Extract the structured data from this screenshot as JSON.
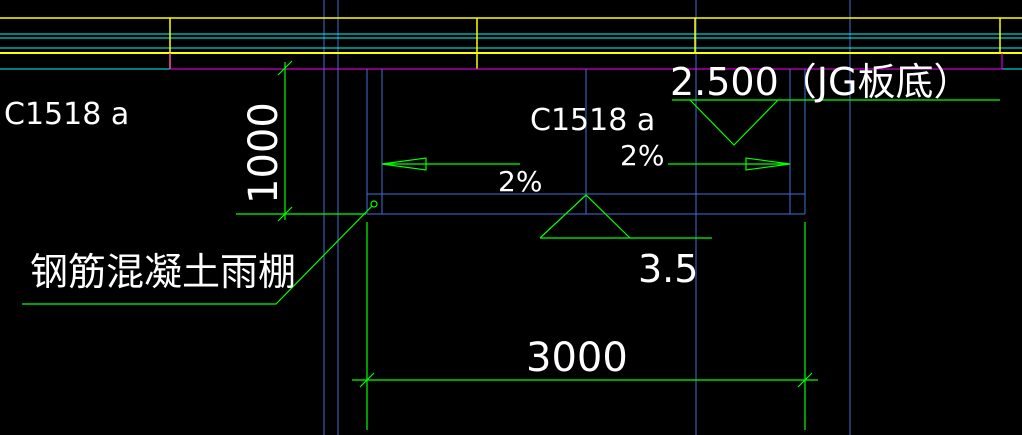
{
  "colors": {
    "background": "#000000",
    "wall_band": "#ffff00",
    "axis": "#00ffff",
    "slab_edge": "#ff00ff",
    "dimension": "#00ff00",
    "canopy_outline": "#3f6fd8",
    "text": "#ffffff"
  },
  "labels": {
    "window_left": "C1518 a",
    "window_center": "C1518 a",
    "elevation_top": "2.500（JG板底）",
    "elevation_bottom": "3.5",
    "slope_left": "2%",
    "slope_right": "2%",
    "height_dim": "1000",
    "width_dim": "3000",
    "component": "钢筋混凝土雨棚"
  }
}
